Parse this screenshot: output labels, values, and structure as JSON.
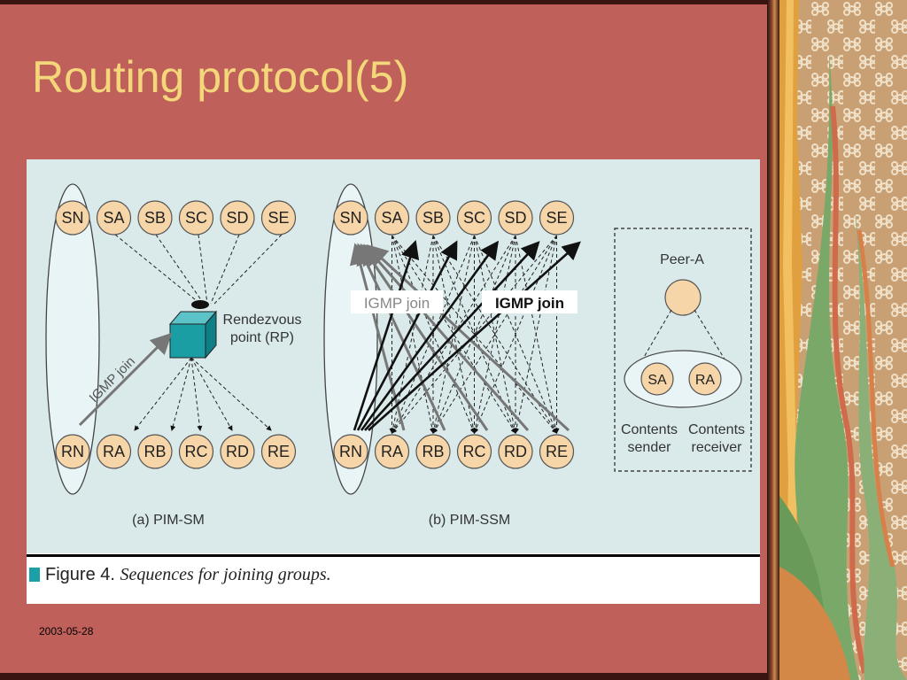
{
  "slide": {
    "title": "Routing protocol(5)",
    "footer_date": "2003-05-28"
  },
  "figure": {
    "caption_label": "Figure 4.",
    "caption_text": "Sequences for joining groups.",
    "pim_sm": {
      "senders": [
        "SN",
        "SA",
        "SB",
        "SC",
        "SD",
        "SE"
      ],
      "receivers": [
        "RN",
        "RA",
        "RB",
        "RC",
        "RD",
        "RE"
      ],
      "rp_label_line1": "Rendezvous",
      "rp_label_line2": "point (RP)",
      "igmp_label": "IGMP join",
      "subcaption": "(a) PIM-SM"
    },
    "pim_ssm": {
      "senders": [
        "SN",
        "SA",
        "SB",
        "SC",
        "SD",
        "SE"
      ],
      "receivers": [
        "RN",
        "RA",
        "RB",
        "RC",
        "RD",
        "RE"
      ],
      "igmp_label_gray": "IGMP join",
      "igmp_label_black": "IGMP join",
      "subcaption": "(b) PIM-SSM"
    },
    "legend": {
      "peer_label": "Peer-A",
      "sender_node": "SA",
      "receiver_node": "RA",
      "sender_label_line1": "Contents",
      "sender_label_line2": "sender",
      "receiver_label_line1": "Contents",
      "receiver_label_line2": "receiver"
    }
  },
  "colors": {
    "slide_background": "#c0605a",
    "title": "#f3d77a",
    "diagram_background": "#daeaea",
    "node_fill": "#f6d5a8",
    "rp_cube": "#1a9ea4",
    "caption_marker": "#1aa0a6"
  }
}
